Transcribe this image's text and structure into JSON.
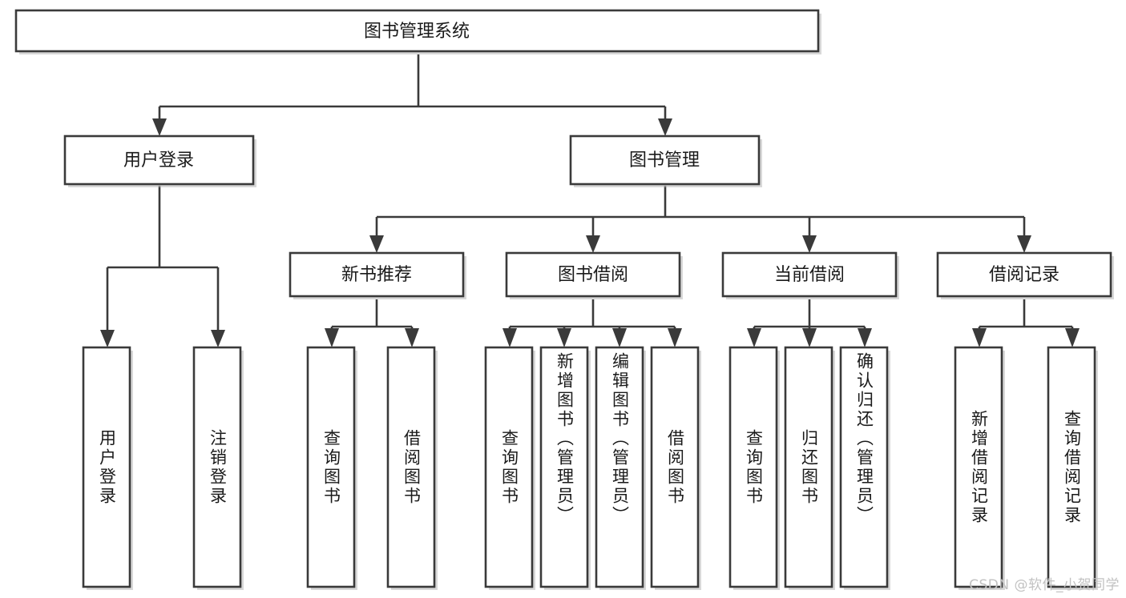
{
  "diagram": {
    "type": "tree-hierarchy",
    "title": "图书管理系统",
    "orientation": "top-down",
    "colors": {
      "box_stroke": "#3a3a3a",
      "box_fill": "#ffffff",
      "text": "#1a1a1a",
      "canvas": "#ffffff",
      "watermark": "#c2c2c2"
    },
    "root": {
      "label": "图书管理系统"
    },
    "level2": [
      {
        "label": "用户登录"
      },
      {
        "label": "图书管理"
      }
    ],
    "level3": [
      {
        "label": "新书推荐"
      },
      {
        "label": "图书借阅"
      },
      {
        "label": "当前借阅"
      },
      {
        "label": "借阅记录"
      }
    ],
    "leaves": {
      "user_login": [
        {
          "label": "用户登录"
        },
        {
          "label": "注销登录"
        }
      ],
      "new_book_recommend": [
        {
          "label": "查询图书"
        },
        {
          "label": "借阅图书"
        }
      ],
      "book_borrow": [
        {
          "label": "查询图书"
        },
        {
          "label": "新增图书（管理员）"
        },
        {
          "label": "编辑图书（管理员）"
        },
        {
          "label": "借阅图书"
        }
      ],
      "current_borrow": [
        {
          "label": "查询图书"
        },
        {
          "label": "归还图书"
        },
        {
          "label": "确认归还（管理员）"
        }
      ],
      "borrow_record": [
        {
          "label": "新增借阅记录"
        },
        {
          "label": "查询借阅记录"
        }
      ]
    }
  },
  "watermark": {
    "text": "CSDN @软件_小贺同学"
  }
}
